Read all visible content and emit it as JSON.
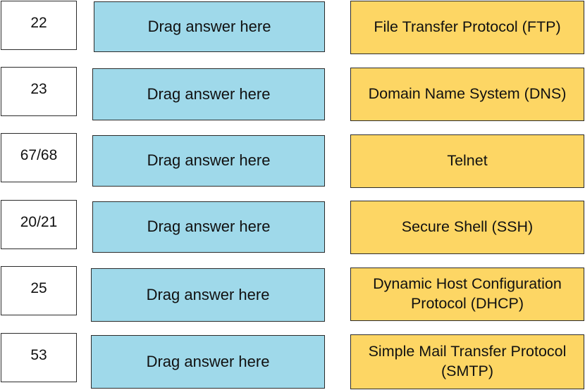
{
  "ports": [
    "22",
    "23",
    "67/68",
    "20/21",
    "25",
    "53"
  ],
  "drop_zone_label": "Drag answer here",
  "answers": [
    "File Transfer Protocol (FTP)",
    "Domain Name System (DNS)",
    "Telnet",
    "Secure Shell (SSH)",
    "Dynamic Host Configuration Protocol (DHCP)",
    "Simple Mail Transfer Protocol (SMTP)"
  ],
  "colors": {
    "drop_zone": "#9fd9ea",
    "answer_tile": "#fdd664",
    "port_box": "#ffffff",
    "border": "#2b2b2b"
  }
}
